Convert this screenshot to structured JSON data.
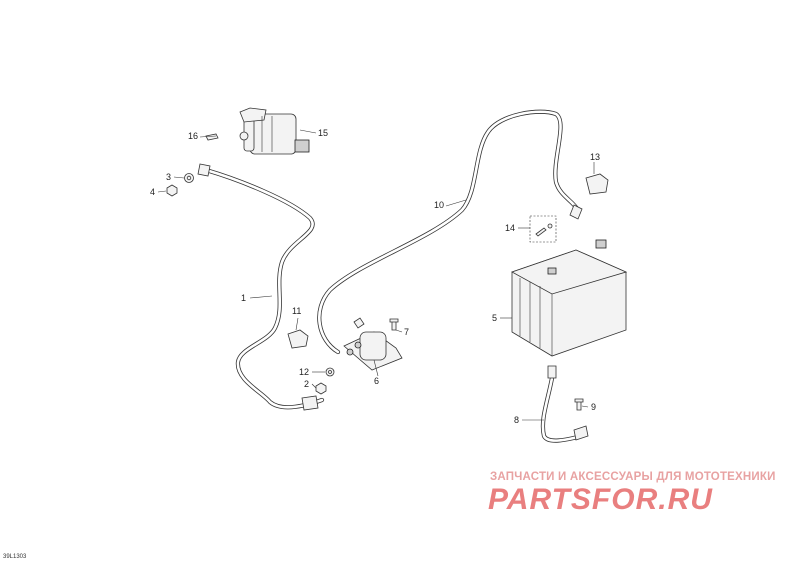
{
  "callouts": {
    "c1": "1",
    "c2": "2",
    "c3": "3",
    "c4": "4",
    "c5": "5",
    "c6": "6",
    "c7": "7",
    "c8": "8",
    "c9": "9",
    "c10": "10",
    "c11": "11",
    "c12": "12",
    "c13": "13",
    "c14": "14",
    "c15": "15",
    "c16": "16"
  },
  "watermark": {
    "line1": "ЗАПЧАСТИ И АКСЕССУАРЫ ДЛЯ МОТОТЕХНИКИ",
    "line2": "PARTSFOR.RU"
  },
  "diagram_code": "39L1303",
  "colors": {
    "line": "#333333",
    "watermark": "#e97f7f"
  }
}
